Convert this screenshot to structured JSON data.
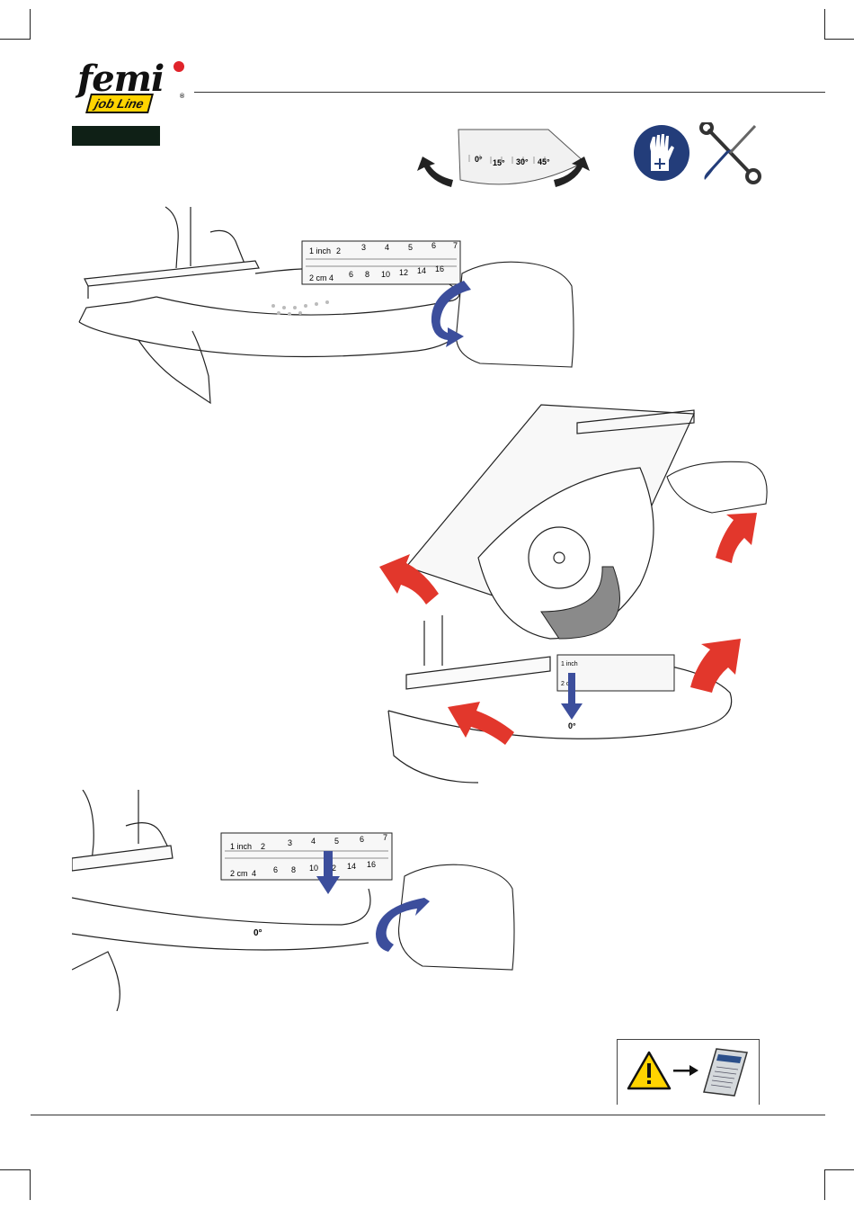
{
  "brand": {
    "name": "femi",
    "line": "job Line",
    "registered": "®"
  },
  "protractor": {
    "ticks": [
      "0°",
      "15°",
      "30°",
      "45°"
    ]
  },
  "scale": {
    "inch_label": "1 inch",
    "inch_ticks": [
      "2",
      "3",
      "4",
      "5",
      "6",
      "7"
    ],
    "cm_label": "2 cm",
    "cm_ticks": [
      "4",
      "6",
      "8",
      "10",
      "12",
      "14",
      "16"
    ]
  },
  "zero_mark": "0°",
  "icons": [
    "gloves-icon",
    "wrench-screwdriver-icon",
    "warning-icon",
    "manual-icon"
  ],
  "colors": {
    "arrow_blue": "#3c4e9c",
    "arrow_red": "#e2372c",
    "glove_blue": "#233d7a"
  }
}
